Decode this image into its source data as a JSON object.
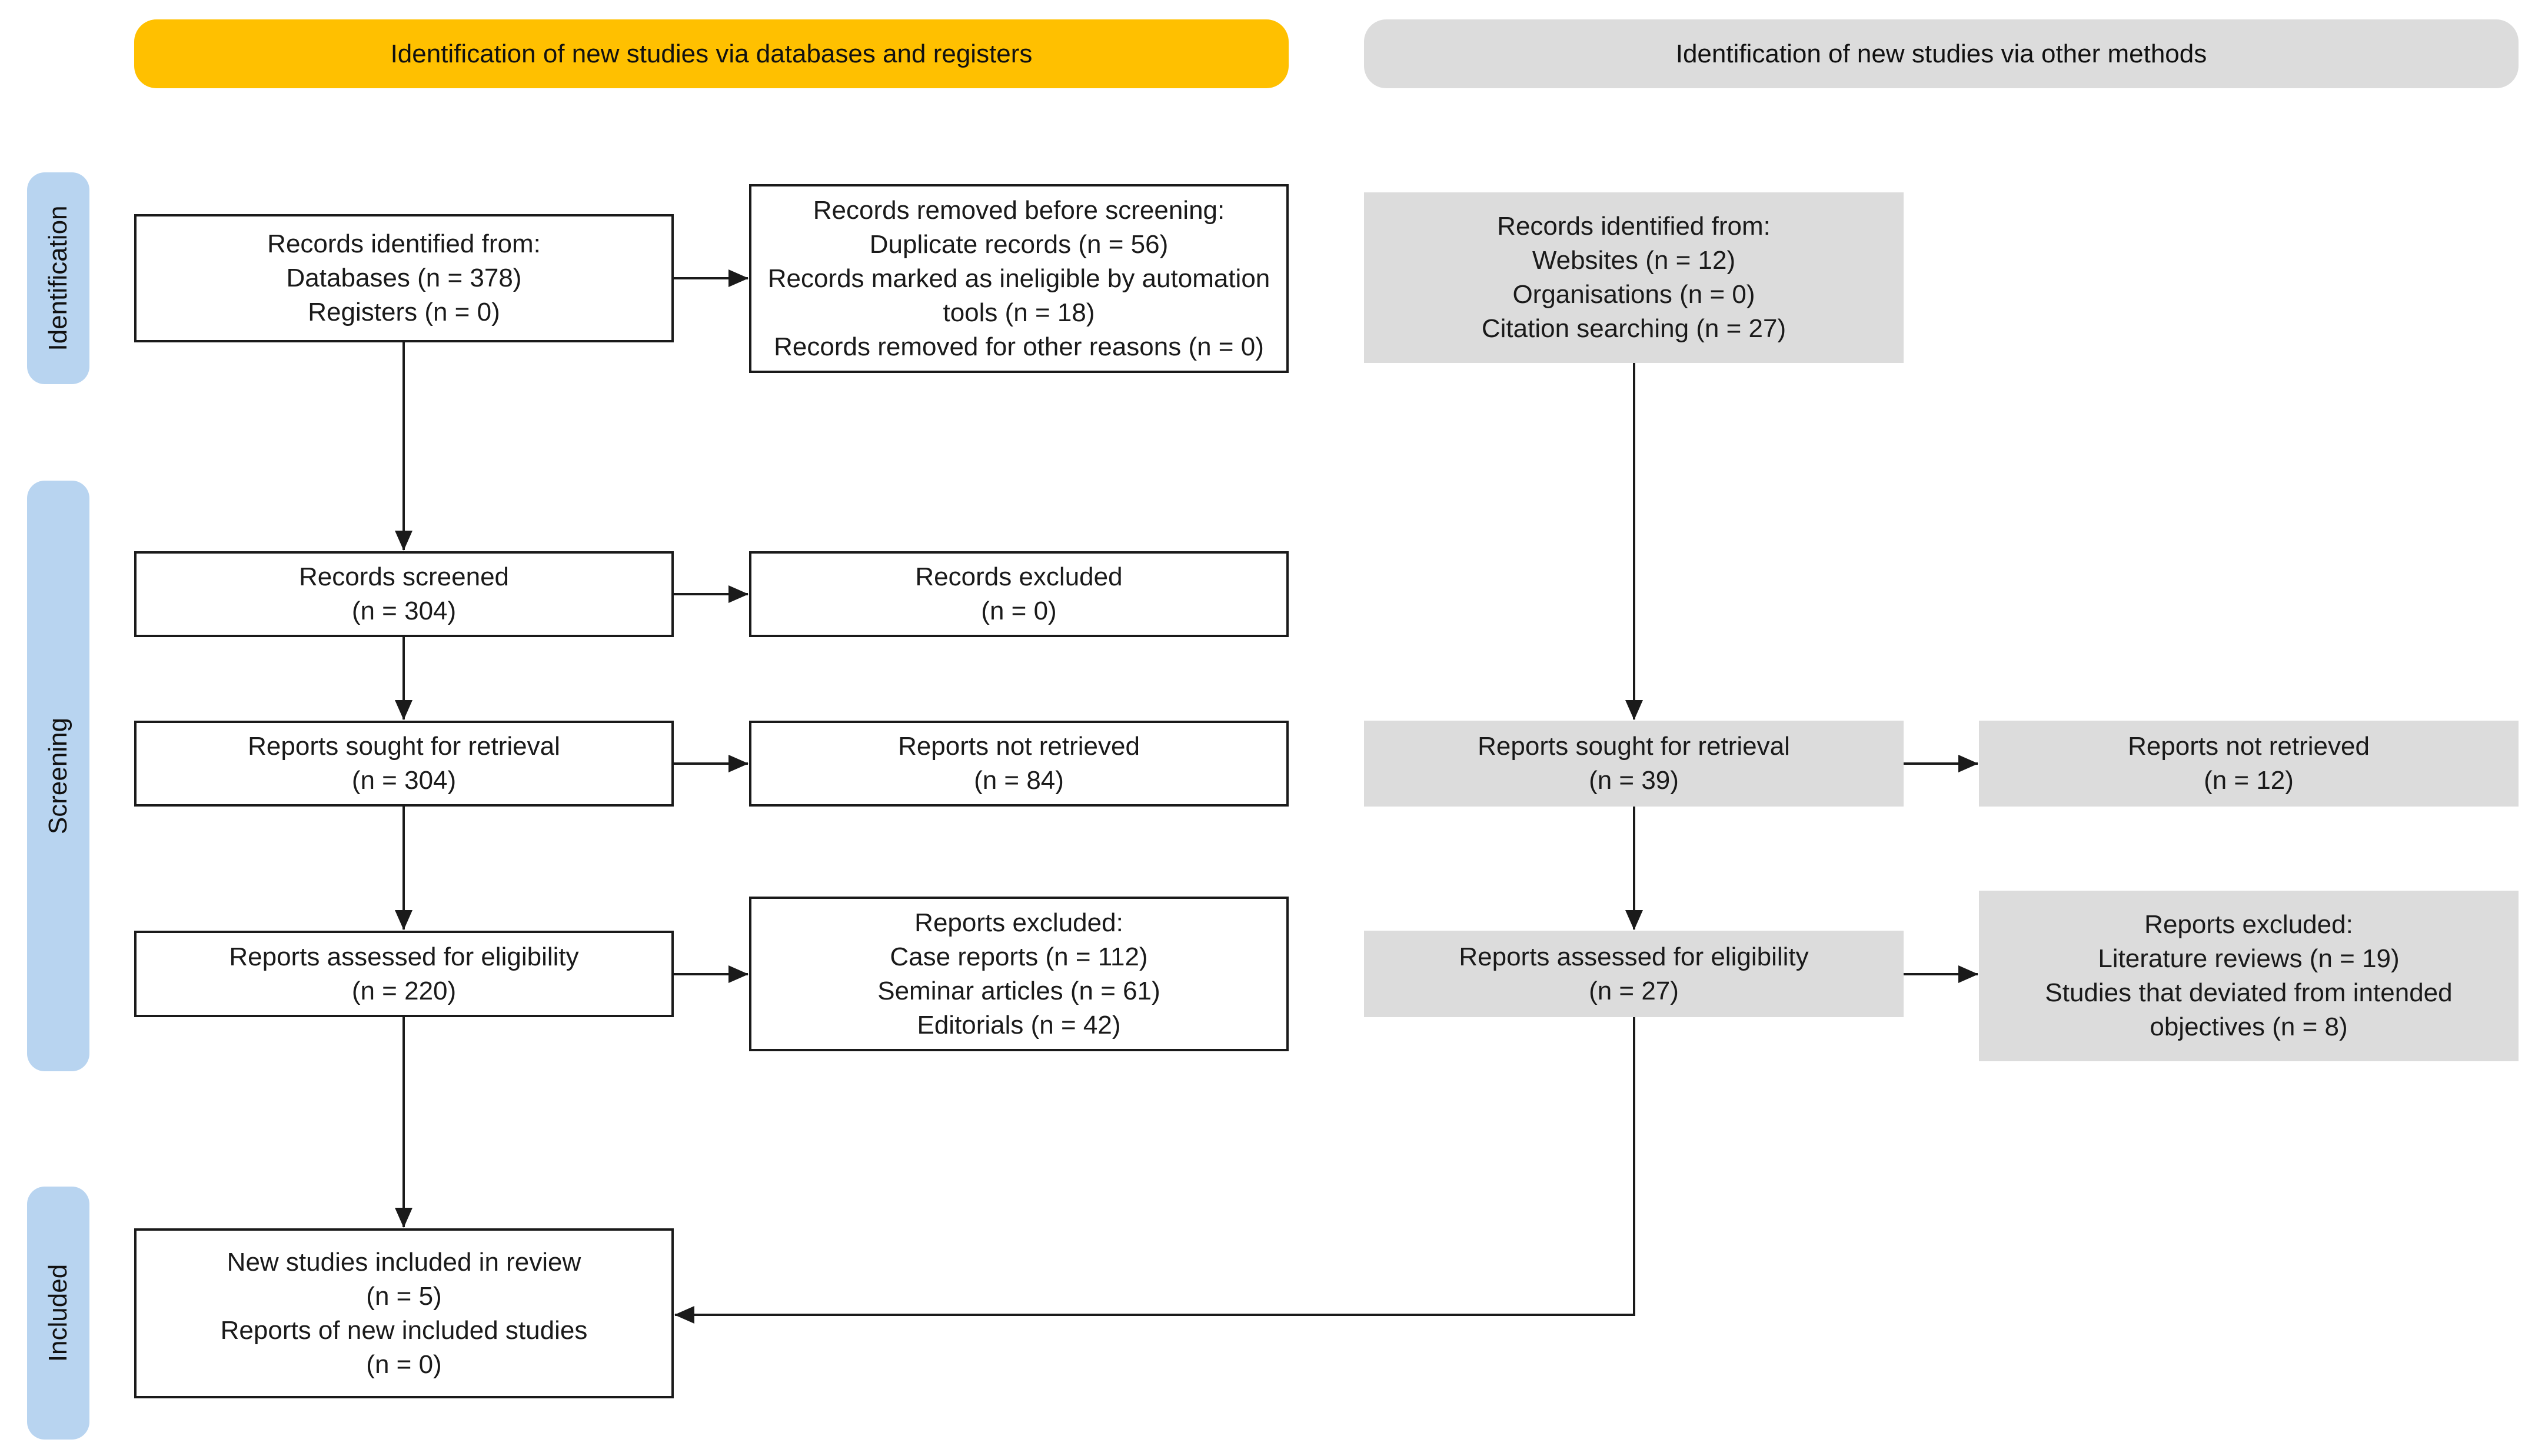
{
  "headers": {
    "databases": "Identification of new studies via databases and registers",
    "other": "Identification of new studies via other methods"
  },
  "phases": {
    "identification": "Identification",
    "screening": "Screening",
    "included": "Included"
  },
  "db": {
    "identified": [
      "Records identified from:",
      "Databases (n = 378)",
      "Registers (n = 0)"
    ],
    "removed": [
      "Records removed before screening:",
      "Duplicate records (n = 56)",
      "Records marked as ineligible by automation",
      "tools (n = 18)",
      "Records removed for other reasons (n = 0)"
    ],
    "screened": [
      "Records screened",
      "(n = 304)"
    ],
    "excluded": [
      "Records excluded",
      "(n = 0)"
    ],
    "sought": [
      "Reports sought for retrieval",
      "(n = 304)"
    ],
    "not_retrieved": [
      "Reports not retrieved",
      "(n = 84)"
    ],
    "assessed": [
      "Reports assessed for eligibility",
      "(n = 220)"
    ],
    "reports_excluded": [
      "Reports excluded:",
      "Case reports (n = 112)",
      "Seminar articles (n = 61)",
      "Editorials (n = 42)"
    ],
    "included": [
      "New studies included in review",
      "(n = 5)",
      "Reports of new included studies",
      "(n = 0)"
    ]
  },
  "other": {
    "identified": [
      "Records identified from:",
      "Websites (n = 12)",
      "Organisations (n = 0)",
      "Citation searching (n = 27)"
    ],
    "sought": [
      "Reports sought for retrieval",
      "(n = 39)"
    ],
    "not_retrieved": [
      "Reports not retrieved",
      "(n = 12)"
    ],
    "assessed": [
      "Reports assessed for eligibility",
      "(n = 27)"
    ],
    "reports_excluded": [
      "Reports excluded:",
      "Literature reviews (n = 19)",
      "Studies that deviated from intended",
      "objectives (n = 8)"
    ]
  },
  "colors": {
    "db_header": "#ffc000",
    "other_header": "#dcdcdc",
    "phase_band": "#b8d4f0",
    "other_box": "#dcdcdc"
  }
}
